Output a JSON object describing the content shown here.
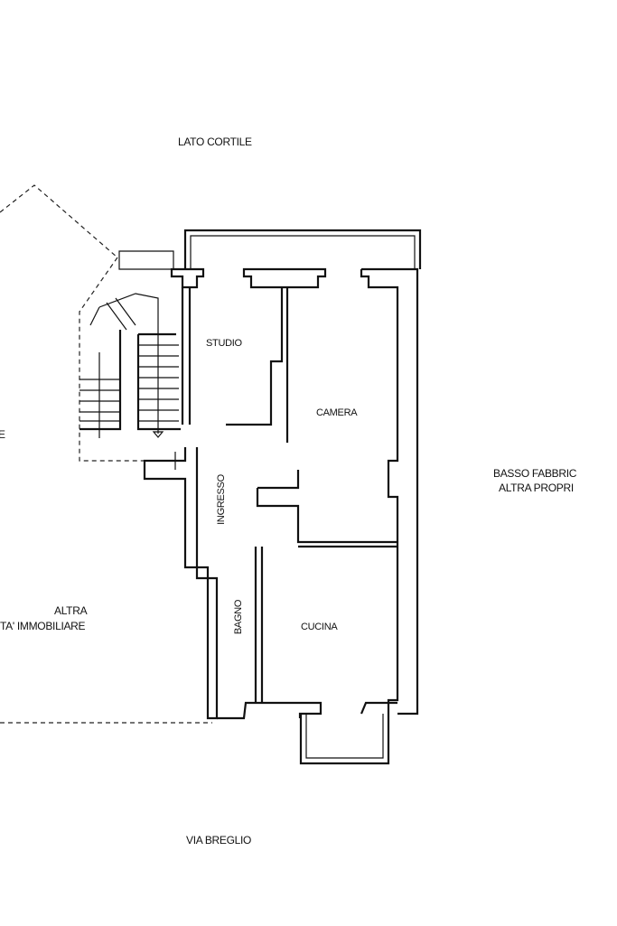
{
  "plan": {
    "top_label": "LATO CORTILE",
    "bottom_label": "VIA BREGLIO",
    "right_label_line1": "BASSO FABBRIC",
    "right_label_line2": "ALTRA PROPRI",
    "left_label_line1": "ALTRA",
    "left_label_line2": "TA' IMMOBILIARE",
    "left_edge_fragment": "E",
    "rooms": {
      "studio": "STUDIO",
      "camera": "CAMERA",
      "ingresso": "INGRESSO",
      "bagno": "BAGNO",
      "cucina": "CUCINA"
    }
  }
}
